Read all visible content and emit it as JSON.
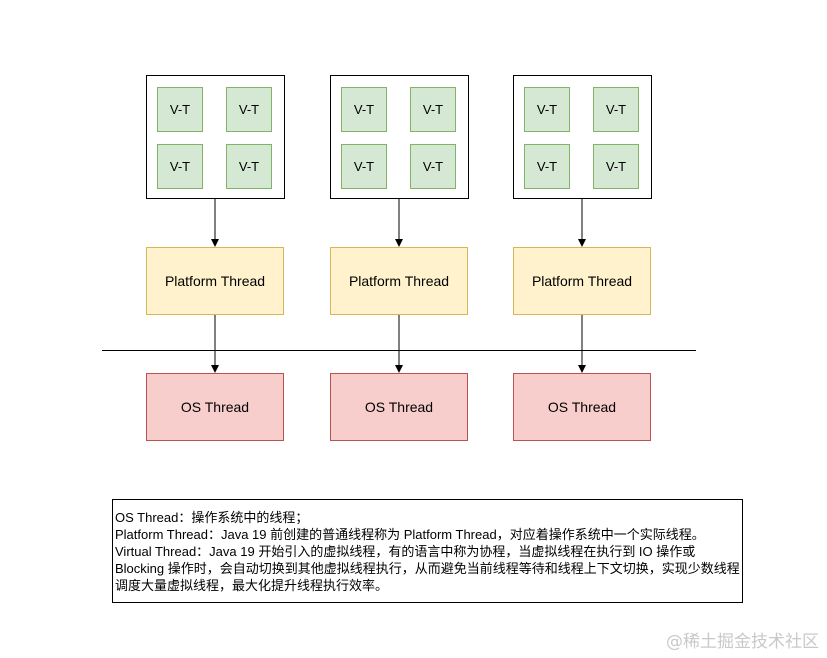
{
  "groups": [
    {
      "vts": [
        "V-T",
        "V-T",
        "V-T",
        "V-T"
      ],
      "platform": "Platform Thread",
      "os": "OS Thread"
    },
    {
      "vts": [
        "V-T",
        "V-T",
        "V-T",
        "V-T"
      ],
      "platform": "Platform Thread",
      "os": "OS Thread"
    },
    {
      "vts": [
        "V-T",
        "V-T",
        "V-T",
        "V-T"
      ],
      "platform": "Platform Thread",
      "os": "OS Thread"
    }
  ],
  "notes": {
    "os_thread": "OS Thread：操作系统中的线程；",
    "platform_thread": "Platform Thread：Java 19 前创建的普通线程称为 Platform Thread，对应着操作系统中一个实际线程。",
    "virtual_thread": "Virtual Thread：Java 19 开始引入的虚拟线程，有的语言中称为协程，当虚拟线程在执行到 IO 操作或 Blocking 操作时，会自动切换到其他虚拟线程执行，从而避免当前线程等待和线程上下文切换，实现少数线程调度大量虚拟线程，最大化提升线程执行效率。"
  },
  "watermark": "@稀土掘金技术社区",
  "colors": {
    "vt_fill": "#d5e8d4",
    "vt_stroke": "#82b366",
    "platform_fill": "#fff2cc",
    "platform_stroke": "#d6b656",
    "os_fill": "#f8cecc",
    "os_stroke": "#b85450"
  }
}
